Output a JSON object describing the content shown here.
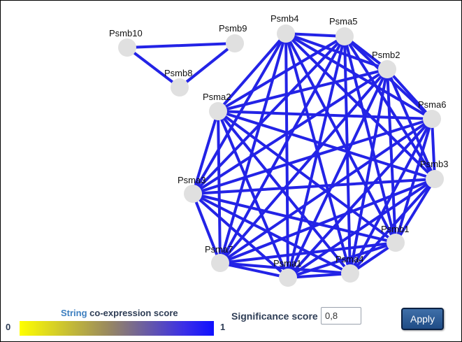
{
  "network": {
    "edge_color": "#2323e6",
    "node_color": "#e0e0e0",
    "nodes": [
      {
        "id": "Psmb10",
        "label": "Psmb10"
      },
      {
        "id": "Psmb9",
        "label": "Psmb9"
      },
      {
        "id": "Psmb8",
        "label": "Psmb8"
      },
      {
        "id": "Psmb4",
        "label": "Psmb4"
      },
      {
        "id": "Psma5",
        "label": "Psma5"
      },
      {
        "id": "Psmb2",
        "label": "Psmb2"
      },
      {
        "id": "Psma2",
        "label": "Psma2"
      },
      {
        "id": "Psma6",
        "label": "Psma6"
      },
      {
        "id": "Psmb3",
        "label": "Psmb3"
      },
      {
        "id": "Psma3",
        "label": "Psma3"
      },
      {
        "id": "Psmb1",
        "label": "Psmb1"
      },
      {
        "id": "Psma7",
        "label": "Psma7"
      },
      {
        "id": "Psma1",
        "label": "Psma1"
      },
      {
        "id": "Psma4",
        "label": "Psma4"
      }
    ],
    "edges": [
      [
        "Psmb10",
        "Psmb9"
      ],
      [
        "Psmb10",
        "Psmb8"
      ],
      [
        "Psmb9",
        "Psmb8"
      ],
      [
        "Psmb4",
        "Psma5"
      ],
      [
        "Psmb4",
        "Psmb2"
      ],
      [
        "Psmb4",
        "Psma2"
      ],
      [
        "Psmb4",
        "Psma6"
      ],
      [
        "Psmb4",
        "Psmb3"
      ],
      [
        "Psmb4",
        "Psma3"
      ],
      [
        "Psmb4",
        "Psmb1"
      ],
      [
        "Psmb4",
        "Psma7"
      ],
      [
        "Psmb4",
        "Psma1"
      ],
      [
        "Psmb4",
        "Psma4"
      ],
      [
        "Psma5",
        "Psmb2"
      ],
      [
        "Psma5",
        "Psma2"
      ],
      [
        "Psma5",
        "Psma6"
      ],
      [
        "Psma5",
        "Psmb3"
      ],
      [
        "Psma5",
        "Psma3"
      ],
      [
        "Psma5",
        "Psmb1"
      ],
      [
        "Psma5",
        "Psma7"
      ],
      [
        "Psma5",
        "Psma1"
      ],
      [
        "Psma5",
        "Psma4"
      ],
      [
        "Psmb2",
        "Psma2"
      ],
      [
        "Psmb2",
        "Psma6"
      ],
      [
        "Psmb2",
        "Psmb3"
      ],
      [
        "Psmb2",
        "Psma3"
      ],
      [
        "Psmb2",
        "Psmb1"
      ],
      [
        "Psmb2",
        "Psma7"
      ],
      [
        "Psmb2",
        "Psma1"
      ],
      [
        "Psmb2",
        "Psma4"
      ],
      [
        "Psma2",
        "Psma6"
      ],
      [
        "Psma2",
        "Psmb3"
      ],
      [
        "Psma2",
        "Psma3"
      ],
      [
        "Psma2",
        "Psmb1"
      ],
      [
        "Psma2",
        "Psma7"
      ],
      [
        "Psma2",
        "Psma1"
      ],
      [
        "Psma2",
        "Psma4"
      ],
      [
        "Psma6",
        "Psmb3"
      ],
      [
        "Psma6",
        "Psma3"
      ],
      [
        "Psma6",
        "Psmb1"
      ],
      [
        "Psma6",
        "Psma7"
      ],
      [
        "Psma6",
        "Psma1"
      ],
      [
        "Psma6",
        "Psma4"
      ],
      [
        "Psmb3",
        "Psma3"
      ],
      [
        "Psmb3",
        "Psmb1"
      ],
      [
        "Psmb3",
        "Psma7"
      ],
      [
        "Psmb3",
        "Psma1"
      ],
      [
        "Psmb3",
        "Psma4"
      ],
      [
        "Psma3",
        "Psmb1"
      ],
      [
        "Psma3",
        "Psma7"
      ],
      [
        "Psma3",
        "Psma1"
      ],
      [
        "Psma3",
        "Psma4"
      ],
      [
        "Psmb1",
        "Psma7"
      ],
      [
        "Psmb1",
        "Psma1"
      ],
      [
        "Psmb1",
        "Psma4"
      ],
      [
        "Psma7",
        "Psma1"
      ],
      [
        "Psma7",
        "Psma4"
      ],
      [
        "Psma1",
        "Psma4"
      ]
    ]
  },
  "legend": {
    "title_brand": "String",
    "title_rest": " co-expression score",
    "min_label": "0",
    "max_label": "1",
    "gradient_colors": [
      "#ffff00",
      "#9a8a5e",
      "#1010ff"
    ]
  },
  "controls": {
    "significance_label": "Significance score",
    "significance_value": "0,8",
    "apply_label": "Apply",
    "apply_color": "#2a5a96"
  }
}
